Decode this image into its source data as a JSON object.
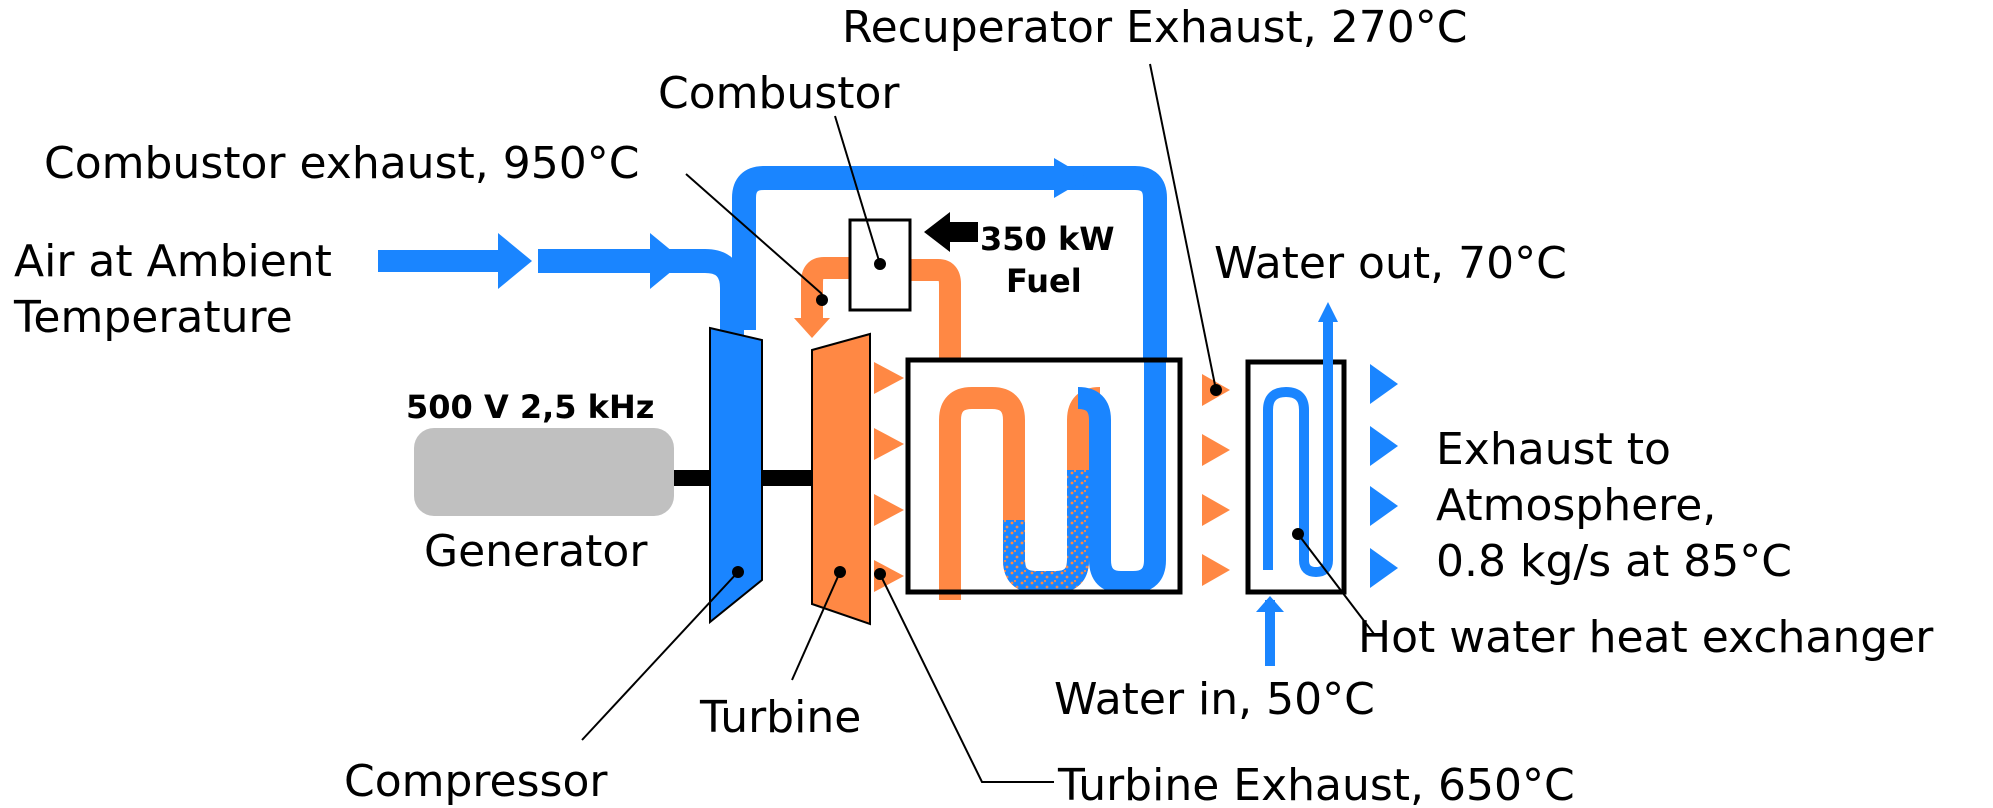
{
  "labels": {
    "air_line1": "Air at Ambient",
    "air_line2": "Temperature",
    "combustor_exhaust": "Combustor exhaust, 950°C",
    "combustor": "Combustor",
    "recuperator_exhaust": "Recuperator Exhaust, 270°C",
    "fuel_line1": "350 kW",
    "fuel_line2": "Fuel",
    "water_out": "Water out, 70°C",
    "voltage": "500 V 2,5 kHz",
    "generator": "Generator",
    "exhaust_line1": "Exhaust to",
    "exhaust_line2": "Atmosphere,",
    "exhaust_line3": "0.8 kg/s at 85°C",
    "hot_water_hx": "Hot water heat exchanger",
    "water_in": "Water in, 50°C",
    "turbine": "Turbine",
    "compressor": "Compressor",
    "turbine_exhaust": "Turbine Exhaust, 650°C"
  },
  "colors": {
    "cold_air": "#1a85ff",
    "hot_gas": "#ff8844",
    "generator": "#c0c0c0",
    "outline": "#000000",
    "shaft": "#000000"
  }
}
